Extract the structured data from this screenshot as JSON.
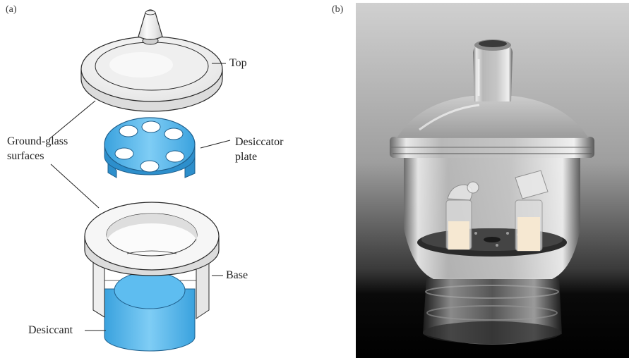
{
  "panels": {
    "a": {
      "tag": "(a)"
    },
    "b": {
      "tag": "(b)"
    }
  },
  "labels": {
    "top": "Top",
    "ground_glass_line1": "Ground-glass",
    "ground_glass_line2": "surfaces",
    "desiccator_plate_line1": "Desiccator",
    "desiccator_plate_line2": "plate",
    "base": "Base",
    "desiccant": "Desiccant"
  },
  "colors": {
    "blue_fill": "#4fb3ea",
    "blue_dark": "#2d8fcc",
    "glass_light": "#f4f4f4",
    "glass_mid": "#d8d8d8",
    "outline": "#2a2a2a",
    "photo_bg_top": "#bdbdbd",
    "photo_bg_bottom": "#050505"
  }
}
